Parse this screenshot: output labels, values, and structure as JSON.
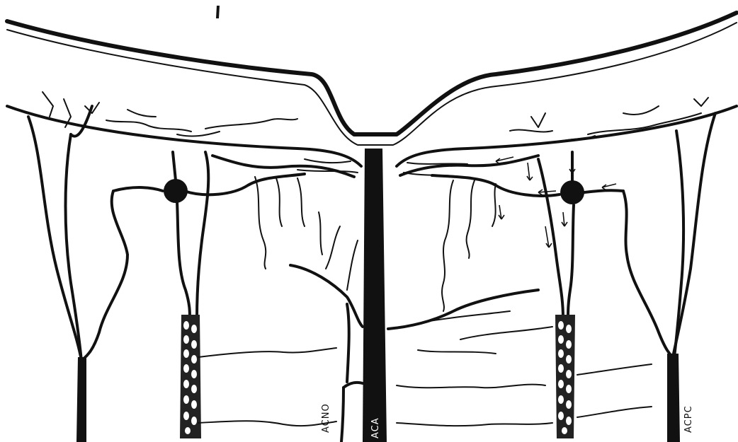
{
  "labels": {
    "left_artery": "ACNO",
    "center_artery": "ACA",
    "right_artery": "ACPC"
  },
  "colors": {
    "ink": "#111111",
    "paper": "#ffffff"
  }
}
